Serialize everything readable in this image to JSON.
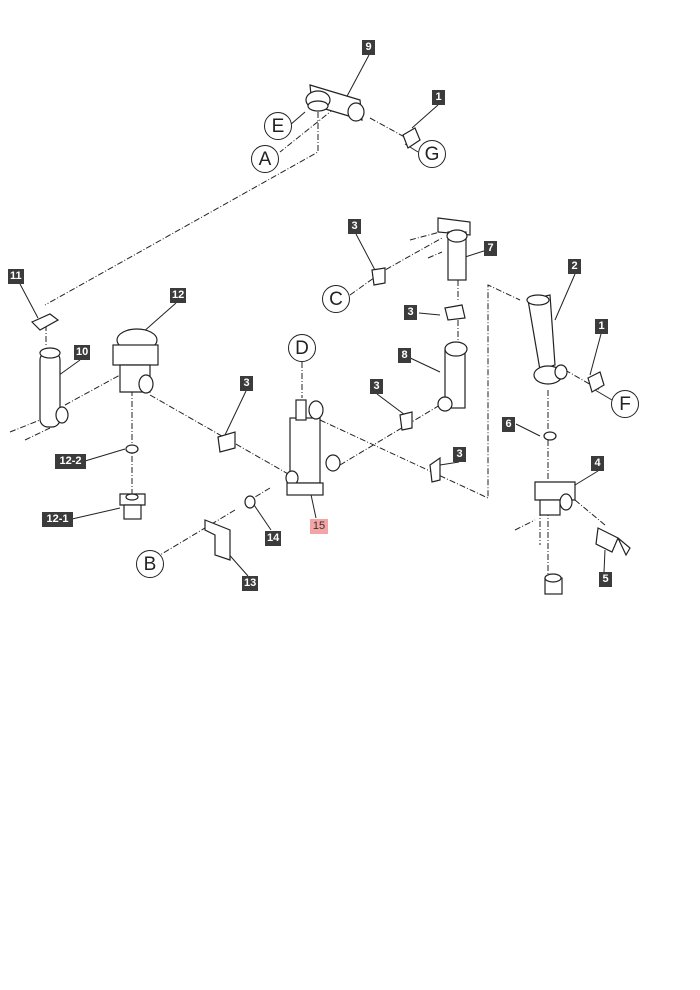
{
  "callouts": {
    "c9": "9",
    "c1a": "1",
    "c11": "11",
    "c12": "12",
    "c3a": "3",
    "c7": "7",
    "c2": "2",
    "c3b": "3",
    "c8": "8",
    "c10": "10",
    "c1b": "1",
    "c3c": "3",
    "c3d": "3",
    "c6": "6",
    "c3e": "3",
    "c4": "4",
    "c12_2": "12-2",
    "c12_1": "12-1",
    "c15": "15",
    "c14": "14",
    "c13": "13",
    "c5": "5"
  },
  "connectors": {
    "A": "A",
    "B": "B",
    "C": "C",
    "D": "D",
    "E": "E",
    "F": "F",
    "G": "G"
  },
  "colors": {
    "callout": "#3b3b3b",
    "highlight": "#f4a4a4"
  }
}
